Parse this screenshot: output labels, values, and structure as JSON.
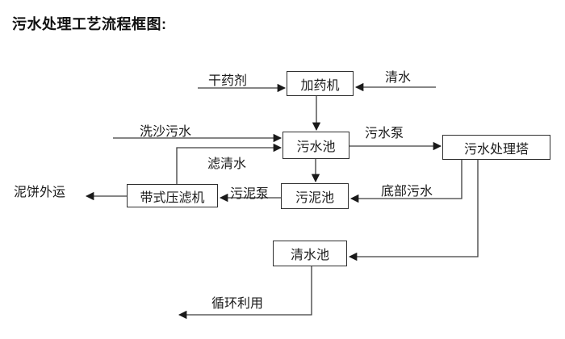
{
  "title": "污水处理工艺流程框图:",
  "diagram": {
    "nodes": {
      "dosing_machine": "加药机",
      "sewage_pool": "污水池",
      "treatment_tower": "污水处理塔",
      "sludge_pool": "污泥池",
      "belt_filter_press": "带式压滤机",
      "clean_water_pool": "清水池"
    },
    "edge_labels": {
      "dry_agent": "干药剂",
      "clean_water": "清水",
      "sand_washing_sewage": "洗沙污水",
      "filtered_water": "滤清水",
      "sewage_pump": "污水泵",
      "bottom_sewage": "底部污水",
      "sludge_pump": "污泥泵",
      "mud_cake_out": "泥饼外运",
      "recycle_use": "循环利用"
    },
    "line_color": "#3d3d3d",
    "arrow_color": "#1a1a1a"
  }
}
